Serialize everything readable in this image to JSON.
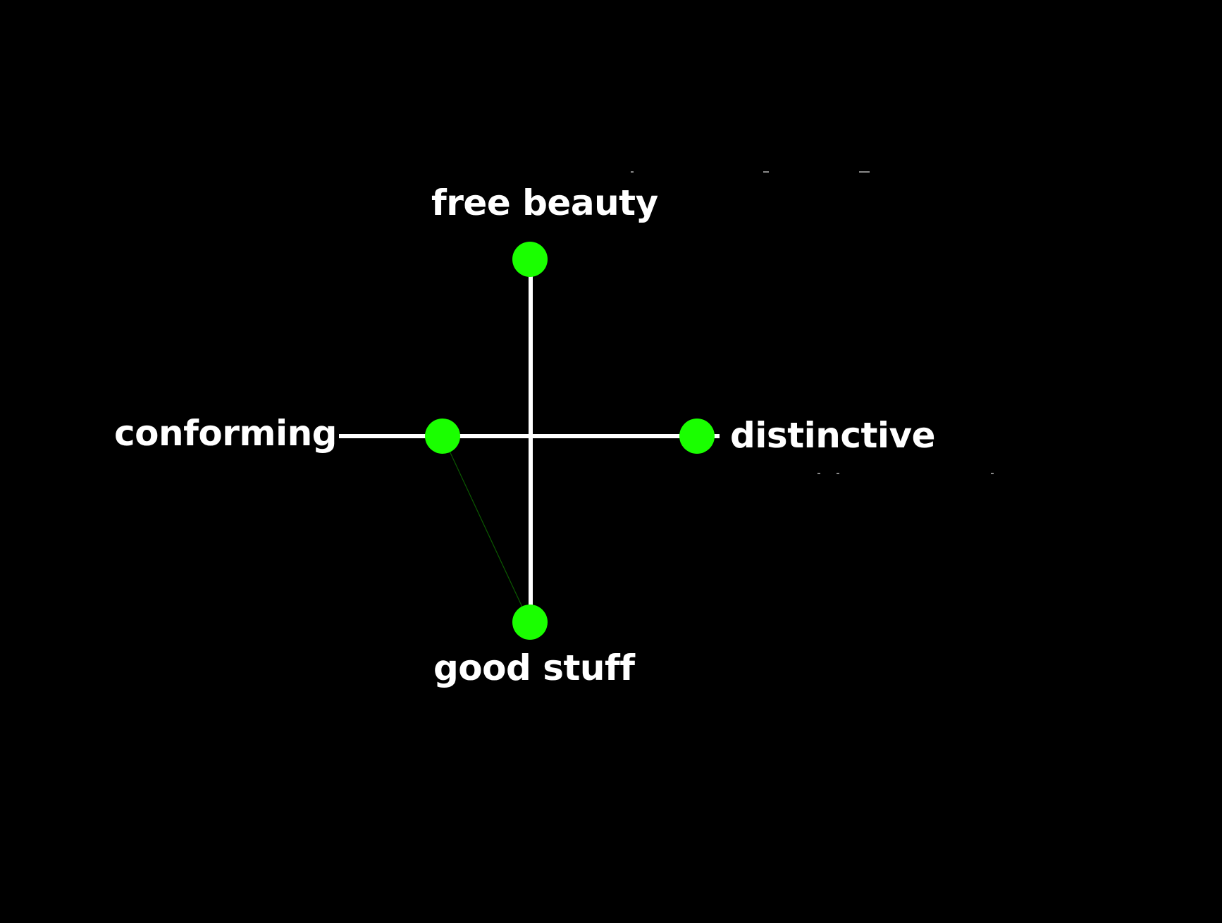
{
  "diagram": {
    "title": "",
    "axes": {
      "vertical": {
        "top_label": "free beauty",
        "bottom_label": "good stuff"
      },
      "horizontal": {
        "left_label": "conforming",
        "right_label": "distinctive"
      }
    },
    "nodes": [
      {
        "id": "top",
        "label": "free beauty"
      },
      {
        "id": "left",
        "label": "conforming"
      },
      {
        "id": "right",
        "label": "distinctive"
      },
      {
        "id": "bottom",
        "label": "good stuff"
      }
    ],
    "edges": [
      {
        "from": "top",
        "to": "bottom",
        "style": "axis"
      },
      {
        "from": "left",
        "to": "right",
        "style": "axis"
      },
      {
        "from": "left",
        "to": "bottom",
        "style": "thin-connector"
      }
    ],
    "colors": {
      "background": "#000000",
      "axis": "#ffffff",
      "node": "#1aff00",
      "connector": "#0b5a00",
      "text": "#ffffff"
    }
  }
}
